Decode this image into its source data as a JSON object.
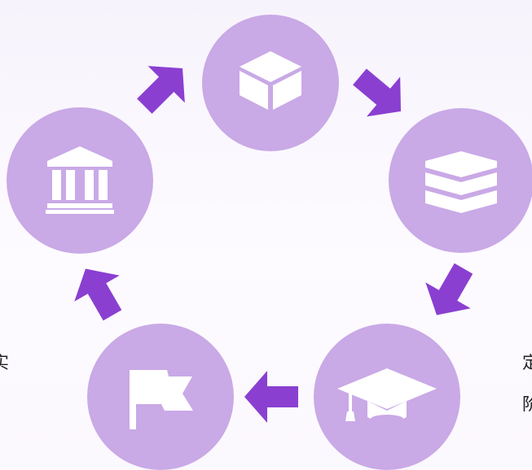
{
  "diagram": {
    "type": "cycle",
    "colors": {
      "node_fill": "#c9a9e6",
      "arrow_fill": "#8a3fd1",
      "icon_fill": "#ffffff",
      "background": "#f9f6fd"
    },
    "nodes": [
      {
        "id": "top",
        "icon": "cube-icon"
      },
      {
        "id": "right",
        "icon": "layers-icon"
      },
      {
        "id": "bottom-right",
        "icon": "graduation-cap-icon"
      },
      {
        "id": "bottom-left",
        "icon": "flag-icon"
      },
      {
        "id": "left",
        "icon": "bank-icon"
      }
    ],
    "arrows": [
      {
        "from": "left",
        "to": "top"
      },
      {
        "from": "top",
        "to": "right"
      },
      {
        "from": "right",
        "to": "bottom-right"
      },
      {
        "from": "bottom-right",
        "to": "bottom-left"
      },
      {
        "from": "bottom-left",
        "to": "left"
      }
    ],
    "edge_labels": {
      "left": "实",
      "right_line1": "定",
      "right_line2": "阶"
    }
  }
}
